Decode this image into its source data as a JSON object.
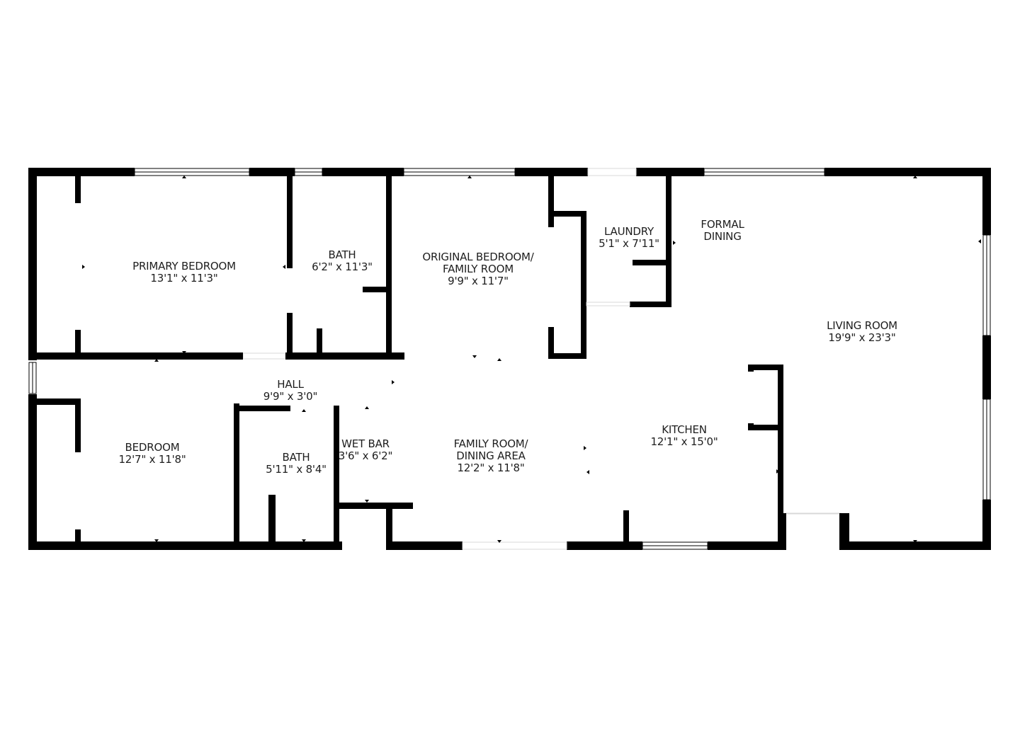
{
  "floor_plan": {
    "background": "#ffffff",
    "wall_color": "#000000",
    "text_color": "#1e1e1e",
    "rooms": [
      {
        "id": "primary-bedroom",
        "name": "PRIMARY BEDROOM",
        "name2": "",
        "dims": "13'1\" x 11'3\""
      },
      {
        "id": "bath-1",
        "name": "BATH",
        "name2": "",
        "dims": "6'2\" x 11'3\""
      },
      {
        "id": "original-bedroom",
        "name": "ORIGINAL BEDROOM/",
        "name2": "FAMILY ROOM",
        "dims": "9'9\" x 11'7\""
      },
      {
        "id": "laundry",
        "name": "LAUNDRY",
        "name2": "",
        "dims": "5'1\" x 7'11\""
      },
      {
        "id": "formal-dining",
        "name": "FORMAL",
        "name2": "DINING",
        "dims": ""
      },
      {
        "id": "living-room",
        "name": "LIVING ROOM",
        "name2": "",
        "dims": "19'9\" x 23'3\""
      },
      {
        "id": "hall",
        "name": "HALL",
        "name2": "",
        "dims": "9'9\" x 3'0\""
      },
      {
        "id": "bedroom",
        "name": "BEDROOM",
        "name2": "",
        "dims": "12'7\" x 11'8\""
      },
      {
        "id": "bath-2",
        "name": "BATH",
        "name2": "",
        "dims": "5'11\" x 8'4\""
      },
      {
        "id": "wet-bar",
        "name": "WET BAR",
        "name2": "",
        "dims": "3'6\" x 6'2\""
      },
      {
        "id": "family-room",
        "name": "FAMILY ROOM/",
        "name2": "DINING AREA",
        "dims": "12'2\" x 11'8\""
      },
      {
        "id": "kitchen",
        "name": "KITCHEN",
        "name2": "",
        "dims": "12'1\" x 15'0\""
      }
    ]
  }
}
